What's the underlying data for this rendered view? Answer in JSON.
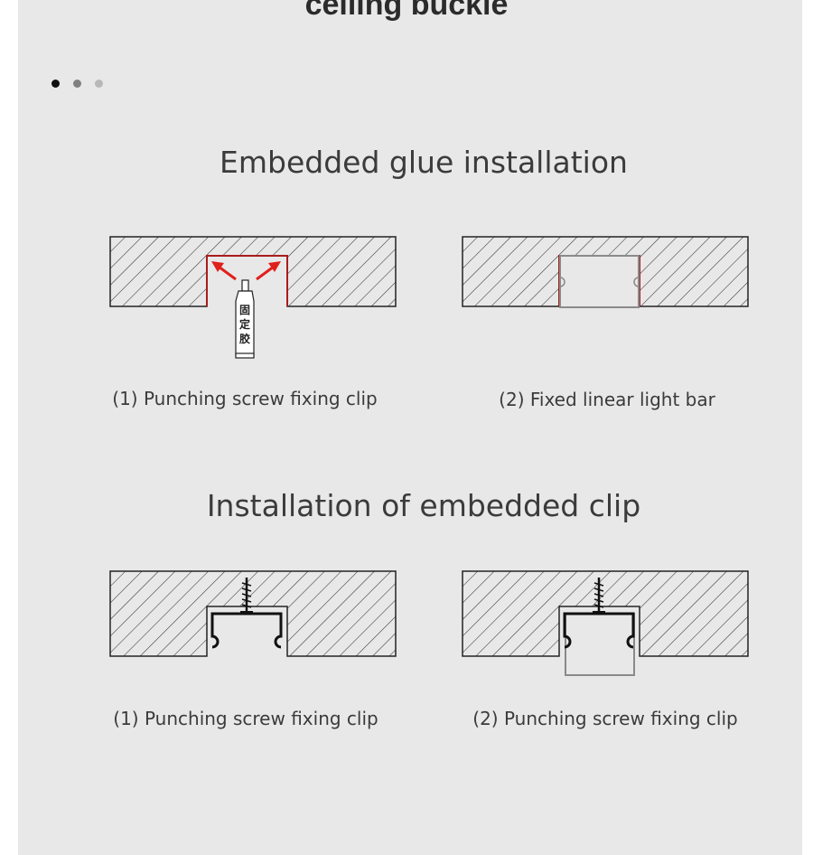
{
  "header": {
    "title": "ceiling buckle"
  },
  "carousel": {
    "count": 3,
    "active": 0,
    "colors": [
      "#111111",
      "#808080",
      "#b8b8b8"
    ]
  },
  "sections": [
    {
      "title": "Embedded glue installation",
      "captions": [
        "(1) Punching screw fixing clip",
        "(2) Fixed linear light bar"
      ]
    },
    {
      "title": "Installation of embedded clip",
      "captions": [
        "(1) Punching screw fixing clip",
        "(2) Punching screw fixing clip"
      ]
    }
  ],
  "glue_tube": {
    "label_chars": [
      "固",
      "定",
      "胶"
    ]
  },
  "colors": {
    "background": "#e8e8e8",
    "outline": "#222222",
    "red": "#a81c1c",
    "arrow_red": "#e0201c",
    "bar_gray": "#8a8a8a"
  }
}
